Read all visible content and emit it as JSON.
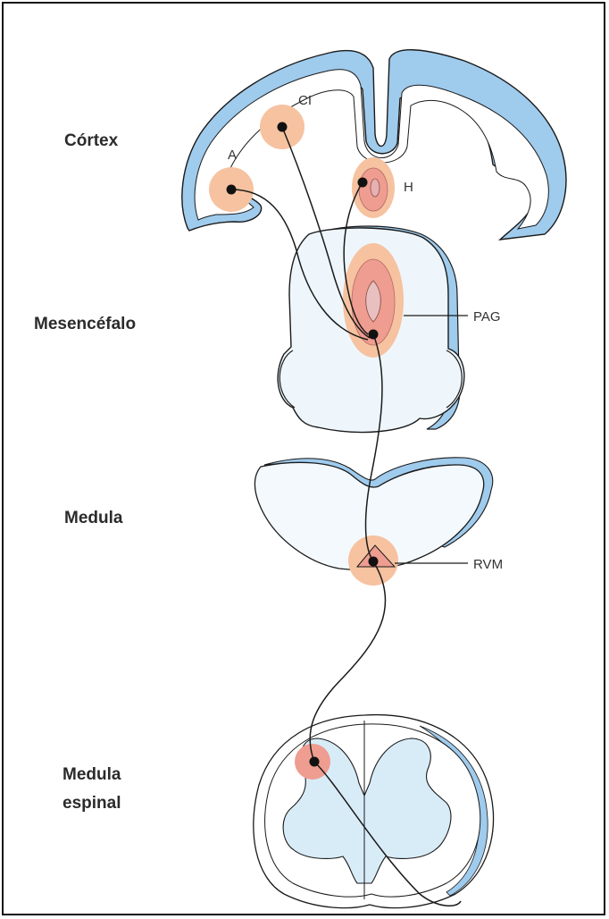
{
  "regions": {
    "cortex": "Córtex",
    "mesencephalon": "Mesencéfalo",
    "medulla": "Medula",
    "spinal_line1": "Medula",
    "spinal_line2": "espinal"
  },
  "nuclei": {
    "ci": "CI",
    "a": "A",
    "h": "H",
    "pag": "PAG",
    "rvm": "RVM"
  },
  "colors": {
    "outline": "#1a1a1a",
    "blue_band": "#9fcbed",
    "light_fill": "#eef6fc",
    "grey_matter": "#d8ecf8",
    "nucleus_orange": "#f6c2a0",
    "nucleus_pink": "#ee9d90",
    "nucleus_core": "#d9898a"
  }
}
